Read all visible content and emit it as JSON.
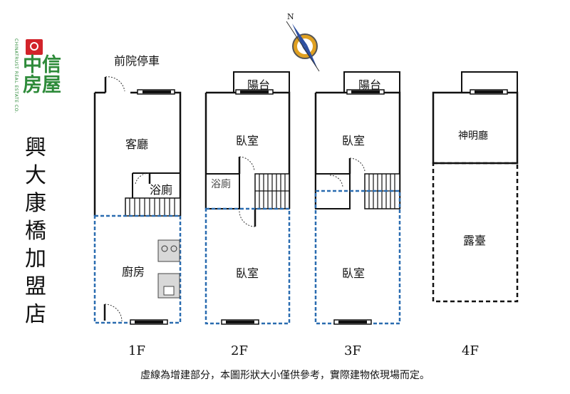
{
  "brand": {
    "vertical_text": "CHINATRUST REAL ESTATE CO.",
    "name": "中信房屋",
    "logo_color": "#2e8b3a",
    "mark_color": "#d2232a"
  },
  "store_name": [
    "興",
    "大",
    "康",
    "橋",
    "加",
    "盟",
    "店"
  ],
  "compass_icon": "compass-n-icon",
  "compass_letter": "N",
  "rooms": {
    "f1_parking": "前院停車",
    "f1_living": "客廳",
    "f1_bath": "浴廁",
    "f1_kitchen": "廚房",
    "f2_balcony": "陽台",
    "f2_bedroom_top": "臥室",
    "f2_bath": "浴廁",
    "f2_bedroom_bottom": "臥室",
    "f3_balcony": "陽台",
    "f3_bedroom_top": "臥室",
    "f3_bedroom_bottom": "臥室",
    "f4_shrine": "神明廳",
    "f4_terrace": "露臺"
  },
  "floors": [
    "1F",
    "2F",
    "3F",
    "4F"
  ],
  "note": "虛線為增建部分，本圖形狀大小僅供參考，實際建物依現場而定。",
  "colors": {
    "wall": "#111111",
    "extension": "#2a6cb0"
  }
}
